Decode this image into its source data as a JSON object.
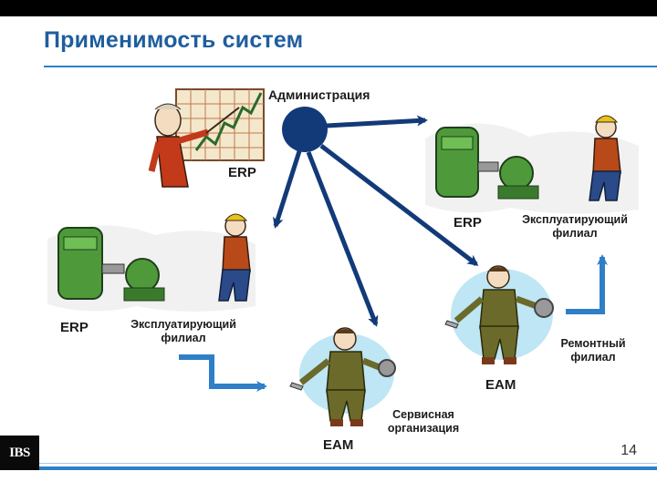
{
  "slide": {
    "title": "Применимость систем",
    "page_number": "14",
    "logo_text": "IBS"
  },
  "diagram": {
    "center_label": "Администрация",
    "admin_system": "ERP",
    "left_branch": {
      "system": "ERP",
      "label_line1": "Эксплуатирующий",
      "label_line2": "филиал"
    },
    "right_branch": {
      "system": "ERP",
      "label_line1": "Эксплуатирующий",
      "label_line2": "филиал"
    },
    "service_org": {
      "system": "EAM",
      "label_line1": "Сервисная",
      "label_line2": "организация"
    },
    "repair_branch": {
      "system": "EAM",
      "label_line1": "Ремонтный",
      "label_line2": "филиал"
    }
  },
  "colors": {
    "title": "#1f5e9e",
    "accent_blue": "#2f7fc8",
    "hub": "#123a78",
    "machine_green": "#4e9a3a"
  }
}
